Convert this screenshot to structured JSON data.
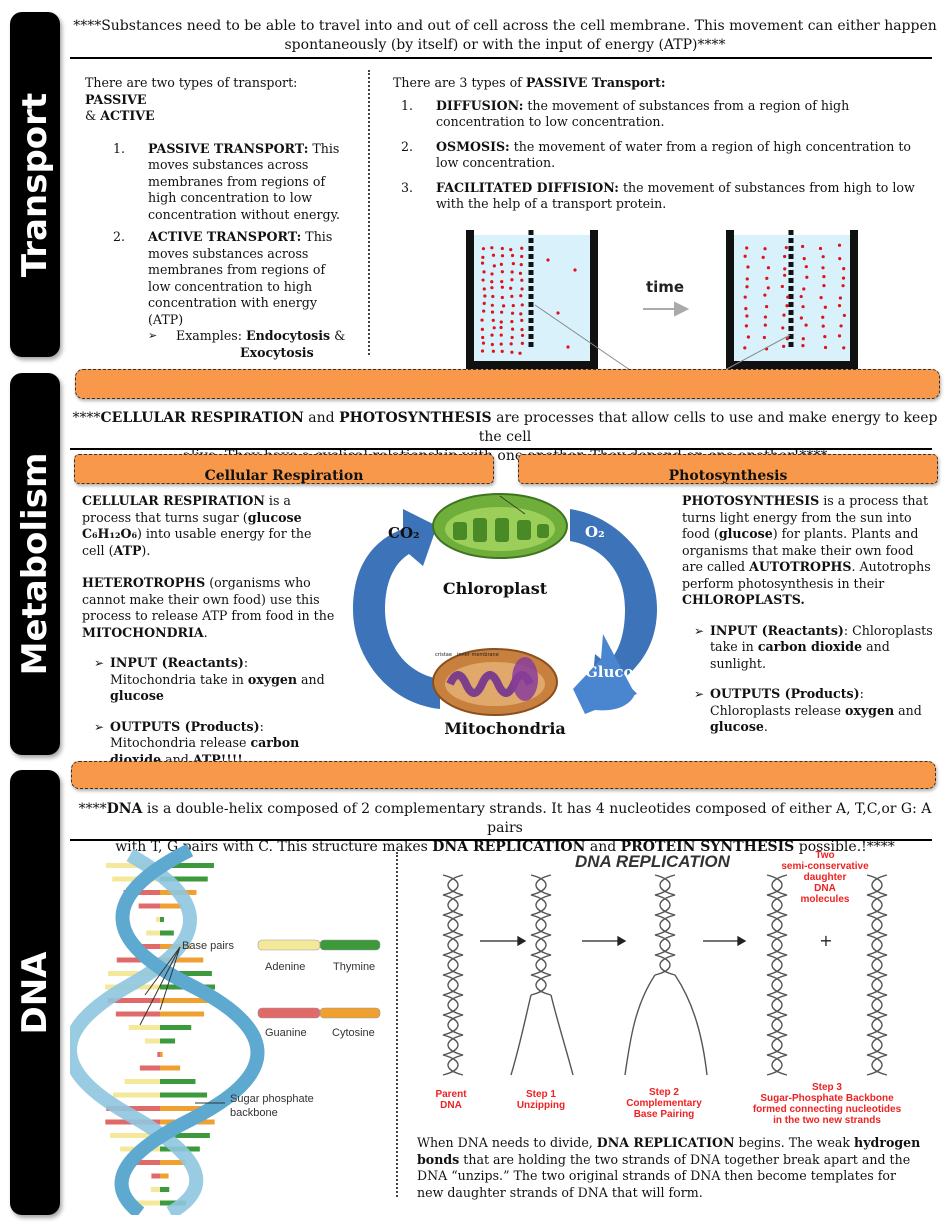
{
  "sections": {
    "transport": "Transport",
    "metabolism": "Metabolism",
    "dna": "DNA"
  },
  "transport": {
    "intro_line1": "****Substances need to be able to travel into and out of cell across the cell membrane. This movement can either happen",
    "intro_line2": "spontaneously (by itself) or with the input of energy (ATP)****",
    "left_intro_pre": "There are two types of transport: ",
    "left_intro_b1": "PASSIVE",
    "left_intro_amp": "& ",
    "left_intro_b2": "ACTIVE",
    "item1_num": "1.",
    "item1_title": "PASSIVE TRANSPORT:",
    "item1_text": " This moves substances across membranes from regions of high concentration to low concentration without energy.",
    "item2_num": "2.",
    "item2_title": "ACTIVE TRANSPORT:",
    "item2_text": " This moves substances across membranes from regions of low concentration to high concentration with energy (ATP)",
    "examples_arrow": "➢",
    "examples_label": "Examples: ",
    "examples_b1": "Endocytosis",
    "examples_amp": " &",
    "examples_b2": "Exocytosis",
    "right_intro_pre": "There are 3 types of ",
    "right_intro_b": "PASSIVE Transport:",
    "types": [
      {
        "num": "1.",
        "title": "DIFFUSION:",
        "text": " the movement of substances from a region of high concentration to low concentration."
      },
      {
        "num": "2.",
        "title": "OSMOSIS:",
        "text": " the movement of water from a region of high concentration to low concentration."
      },
      {
        "num": "3.",
        "title": "FACILITATED DIFFISION:",
        "text": " the movement of substances from high to low with the help of a transport protein."
      }
    ],
    "diagram_time": "time"
  },
  "metabolism": {
    "intro_pre": "****",
    "intro_b1": "CELLULAR RESPIRATION",
    "intro_and": " and ",
    "intro_b2": "PHOTOSYNTHESIS",
    "intro_rest": " are processes that allow cells to use and make energy to keep the cell",
    "intro_line2": "alive. They have a cyclical relationship with one another. They depend on one another!****",
    "resp_head": "Cellular Respiration",
    "photo_head": "Photosynthesis",
    "resp_p1_b": "CELLULAR RESPIRATION",
    "resp_p1_a": " is a process that turns sugar (",
    "resp_p1_b2": "glucose C₆H₁₂O₆",
    "resp_p1_c": ") into usable energy for the cell (",
    "resp_p1_b3": "ATP",
    "resp_p1_d": ").",
    "resp_p2_b": "HETEROTROPHS",
    "resp_p2_a": " (organisms who cannot make their own food) use this process to release ATP from food in the ",
    "resp_p2_b2": "MITOCHONDRIA",
    "resp_p2_c": ".",
    "resp_in_b": "INPUT (Reactants)",
    "resp_in_a": ": Mitochondria take in ",
    "resp_in_b2": "oxygen",
    "resp_in_and": " and ",
    "resp_in_b3": "glucose",
    "resp_out_b": "OUTPUTS (Products)",
    "resp_out_a": ": Mitochondria release ",
    "resp_out_b2": "carbon dioxide",
    "resp_out_and": " and ",
    "resp_out_b3": "ATP!!!!",
    "photo_p1_b": "PHOTOSYNTHESIS",
    "photo_p1_a": " is a process that turns light energy from the sun into food (",
    "photo_p1_b2": "glucose",
    "photo_p1_c": ") for plants. Plants and organisms that make their own food are called ",
    "photo_p1_b3": "AUTOTROPHS",
    "photo_p1_d": ". Autotrophs perform photosynthesis in their ",
    "photo_p1_b4": "CHLOROPLASTS.",
    "photo_in_b": "INPUT (Reactants)",
    "photo_in_a": ": Chloroplasts take in ",
    "photo_in_b2": "carbon dioxide",
    "photo_in_c": " and sunlight.",
    "photo_out_b": "OUTPUTS (Products)",
    "photo_out_a": ": Chloroplasts release ",
    "photo_out_b2": "oxygen",
    "photo_out_and": " and ",
    "photo_out_b3": "glucose",
    "photo_out_c": ".",
    "arrow_glyph": "➢",
    "cycle_co2": "CO₂",
    "cycle_o2": "O₂",
    "cycle_glucose": "Glucose",
    "cycle_chloroplast": "Chloroplast",
    "cycle_mitochondria": "Mitochondria",
    "mito_small1": "cristae",
    "mito_small2": "inner membrane"
  },
  "dna": {
    "intro_pre": "****",
    "intro_b1": "DNA",
    "intro_rest": " is a double-helix composed of 2 complementary strands. It has 4 nucleotides composed of either A, T,C,or G: A pairs",
    "intro_line2_a": "with T, G pairs with C. This structure makes ",
    "intro_b2": "DNA REPLICATION",
    "intro_and": " and ",
    "intro_b3": "PROTEIN SYNTHESIS",
    "intro_end": " possible.!****",
    "helix_base_pairs": "Base pairs",
    "helix_adenine": "Adenine",
    "helix_thymine": "Thymine",
    "helix_guanine": "Guanine",
    "helix_cytosine": "Cytosine",
    "helix_backbone1": "Sugar phosphate",
    "helix_backbone2": "backbone",
    "rep_title": "DNA REPLICATION",
    "rep_semi1": "Two",
    "rep_semi2": "semi-conservative",
    "rep_semi3": "daughter",
    "rep_semi4": "DNA",
    "rep_semi5": "molecules",
    "rep_plus": "+",
    "rep_parent1": "Parent",
    "rep_parent2": "DNA",
    "rep_step1a": "Step 1",
    "rep_step1b": "Unzipping",
    "rep_step2a": "Step 2",
    "rep_step2b": "Complementary",
    "rep_step2c": "Base Pairing",
    "rep_step3a": "Step 3",
    "rep_step3b": "Sugar-Phosphate Backbone",
    "rep_step3c": "formed connecting nucleotides",
    "rep_step3d": "in the two new strands",
    "para_a": "When DNA needs to divide, ",
    "para_b1": "DNA REPLICATION",
    "para_c": " begins. The weak ",
    "para_b2": "hydrogen bonds",
    "para_d": " that are holding the two strands of DNA together break apart and the DNA “unzips.” The two original strands of DNA then become templates for new daughter strands of DNA that will form."
  },
  "colors": {
    "orange": "#f7984a",
    "blue_arrow": "#3d73b8",
    "red_dot": "#e0121b",
    "water": "#d8f1fb"
  }
}
